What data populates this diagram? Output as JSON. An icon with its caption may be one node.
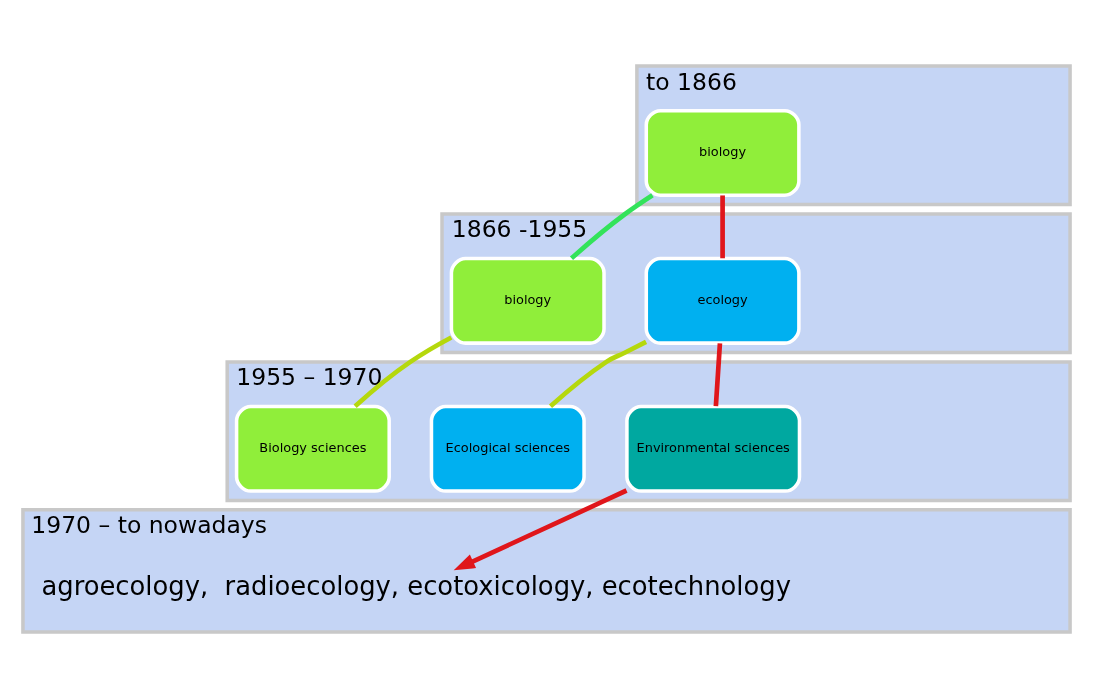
{
  "diagram": {
    "nodes": [
      {
        "text": [
          "to 1866"
        ]
      },
      {
        "text": [
          "biology"
        ],
        "in": 0
      },
      {
        "text": [
          "1866 -1955"
        ]
      },
      {
        "text": [
          "ecology"
        ],
        "in": 2
      },
      {
        "text": [
          "biology"
        ],
        "in": 2
      },
      {
        "text": [
          "1955 – 1970"
        ]
      },
      {
        "text": [
          "Environmental sciences"
        ],
        "in": 5
      },
      {
        "text": [
          "Ecological sciences"
        ],
        "in": 5
      },
      {
        "text": [
          "Biology sciences"
        ],
        "in": 5
      },
      {
        "text": [
          "1970 – to nowadays"
        ]
      },
      {
        "text": [
          "agroecology,  radioecology, ecotoxicology, ecotechnology"
        ],
        "in": 9
      }
    ],
    "edges": [
      {
        "from": 1,
        "to": 3,
        "arrow": "none",
        "color": "#e0161b"
      },
      {
        "from": 1,
        "to": 4,
        "arrow": "none",
        "color": "#33e35a"
      },
      {
        "from": 3,
        "to": 6,
        "arrow": "none",
        "color": "#e0161b"
      },
      {
        "from": 3,
        "to": 7,
        "arrow": "none",
        "color": "#b5d80c"
      },
      {
        "from": 4,
        "to": 8,
        "arrow": "none",
        "color": "#b5d80c"
      },
      {
        "from": 6,
        "to": 10,
        "arrow": "to",
        "color": "#e0161b"
      }
    ]
  }
}
